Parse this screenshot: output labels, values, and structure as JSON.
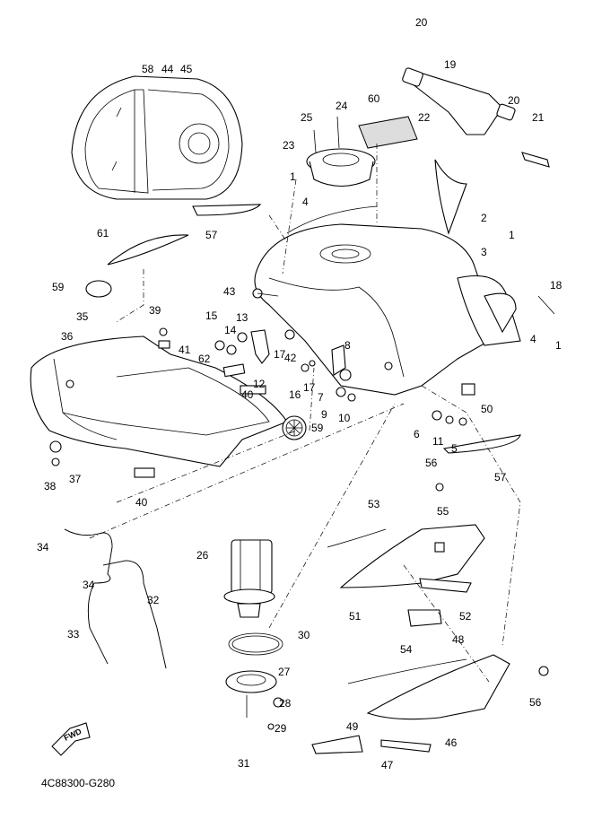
{
  "diagram": {
    "part_code": "4C88300-G280",
    "fwd_label": "FWD",
    "callouts": [
      "58",
      "44",
      "45",
      "20",
      "19",
      "20",
      "22",
      "21",
      "60",
      "25",
      "24",
      "23",
      "1",
      "4",
      "2",
      "3",
      "1",
      "61",
      "57",
      "59",
      "35",
      "39",
      "36",
      "41",
      "15",
      "13",
      "14",
      "43",
      "18",
      "4",
      "1",
      "62",
      "12",
      "17",
      "42",
      "8",
      "16",
      "17",
      "7",
      "40",
      "9",
      "10",
      "59",
      "50",
      "6",
      "11",
      "5",
      "57",
      "37",
      "38",
      "40",
      "56",
      "53",
      "55",
      "34",
      "26",
      "34",
      "32",
      "51",
      "52",
      "33",
      "30",
      "54",
      "48",
      "27",
      "28",
      "56",
      "29",
      "31",
      "49",
      "46",
      "47"
    ]
  }
}
